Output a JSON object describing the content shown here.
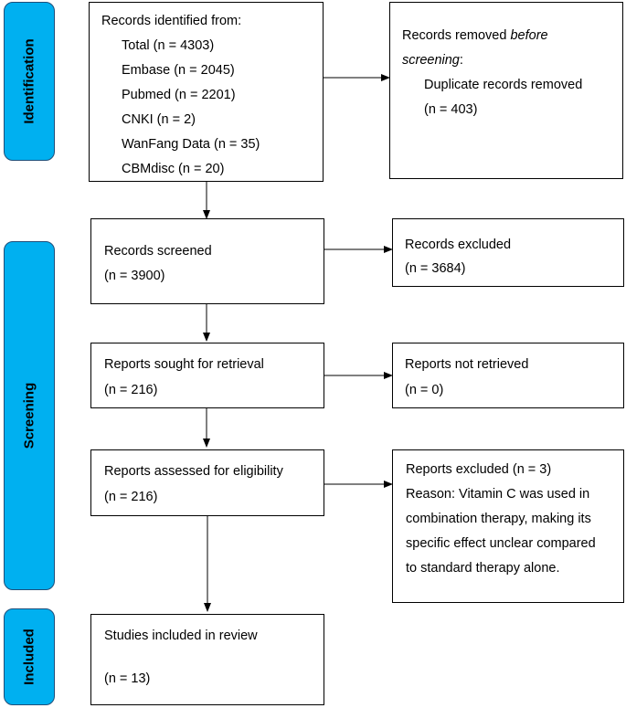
{
  "phases": {
    "identification": "Identification",
    "screening": "Screening",
    "included": "Included"
  },
  "identified": {
    "heading": "Records identified from:",
    "sources": [
      "Total (n = 4303)",
      "Embase (n = 2045)",
      "Pubmed (n = 2201)",
      "CNKI (n = 2)",
      "WanFang Data (n = 35)",
      "CBMdisc (n = 20)"
    ]
  },
  "removed": {
    "heading_a": "Records removed ",
    "heading_b": "before",
    "heading_c": "screening",
    "heading_d": ":",
    "detail": "Duplicate records removed",
    "count": "(n = 403)"
  },
  "screened": {
    "label": "Records screened",
    "count": "(n = 3900)"
  },
  "excluded": {
    "label": "Records excluded",
    "count": "(n = 3684)"
  },
  "sought": {
    "label": "Reports sought for retrieval",
    "count": "(n = 216)"
  },
  "not_retrieved": {
    "label": "Reports not retrieved",
    "count": "(n = 0)"
  },
  "assessed": {
    "label": "Reports assessed for eligibility",
    "count": "(n = 216)"
  },
  "reports_excluded": {
    "label": "Reports excluded (n = 3)",
    "reason_lines": [
      "Reason: Vitamin C was used in",
      "combination therapy, making its",
      "specific effect unclear compared",
      "to standard therapy alone."
    ]
  },
  "included": {
    "label": "Studies included in review",
    "count": "(n = 13)"
  }
}
